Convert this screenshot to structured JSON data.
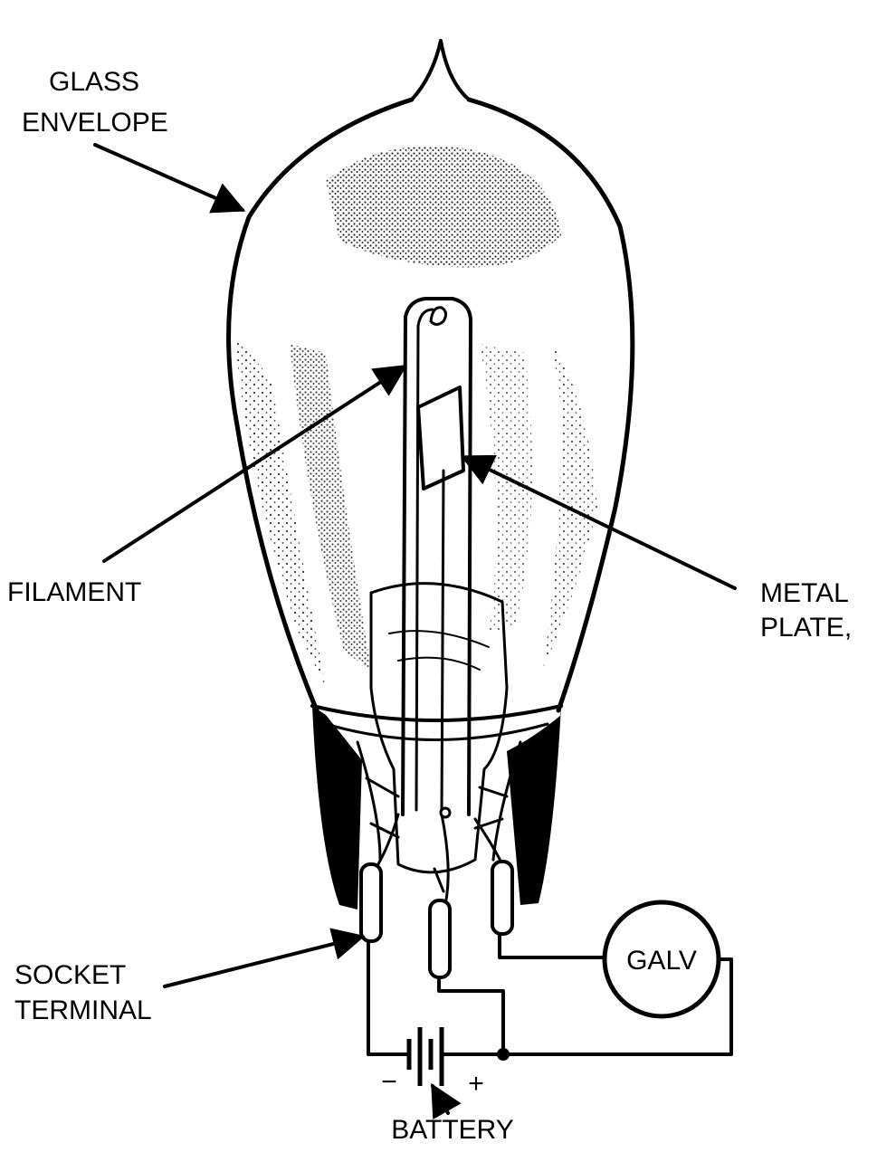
{
  "labels": {
    "glass_envelope_line1": "GLASS",
    "glass_envelope_line2": "ENVELOPE",
    "filament": "FILAMENT",
    "metal_plate_line1": "METAL",
    "metal_plate_line2": "PLATE,",
    "socket_terminal_line1": "SOCKET",
    "socket_terminal_line2": "TERMINAL",
    "galv": "GALV",
    "battery": "BATTERY",
    "battery_minus": "−",
    "battery_plus": "+"
  },
  "colors": {
    "ink": "#000000",
    "paper": "#ffffff"
  }
}
